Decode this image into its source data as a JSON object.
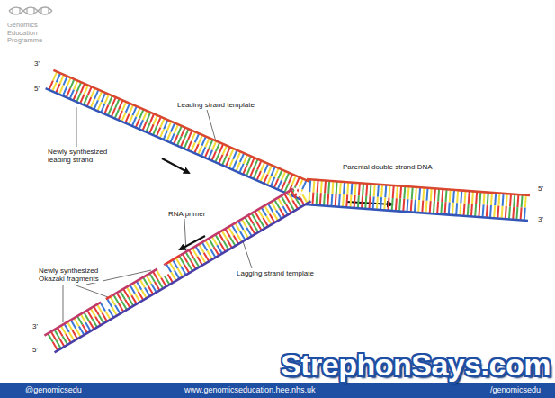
{
  "diagram": {
    "labels": [
      "Genomics Education Programme",
      "3'",
      "5'",
      "Leading strand template",
      "Newly synthesized leading strand",
      "Parental double strand DNA",
      "5'",
      "3'",
      "RNA primer",
      "Newly synthesized Okazaki fragments",
      "Lagging strand template",
      "3'",
      "5'",
      "@genomicsedu",
      "www.genomicseducation.hee.nhs.uk",
      "/genomicsedu",
      "StrephonSays.com"
    ]
  }
}
